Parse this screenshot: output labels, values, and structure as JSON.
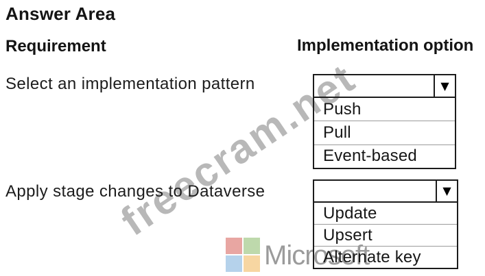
{
  "page": {
    "title": "Answer Area"
  },
  "columns": {
    "requirement": "Requirement",
    "implementation": "Implementation option"
  },
  "rows": [
    {
      "requirement": "Select an implementation pattern",
      "dropdown": {
        "selected": "",
        "options": [
          "Push",
          "Pull",
          "Event-based"
        ]
      }
    },
    {
      "requirement": "Apply stage changes to Dataverse",
      "dropdown": {
        "selected": "",
        "options": [
          "Update",
          "Upsert",
          "Alternate key"
        ]
      }
    }
  ],
  "icons": {
    "dropdown_arrow": "▼"
  },
  "watermarks": {
    "diagonal_text": "freecram.net",
    "diagonal_color": "#8e8e8e",
    "logo_text": "Microsoft",
    "logo_text_color": "#8a8a8a",
    "logo_colors": {
      "top_left": "#e59792",
      "top_right": "#b3d39e",
      "bottom_left": "#a9cbe8",
      "bottom_right": "#f6cf92"
    }
  }
}
